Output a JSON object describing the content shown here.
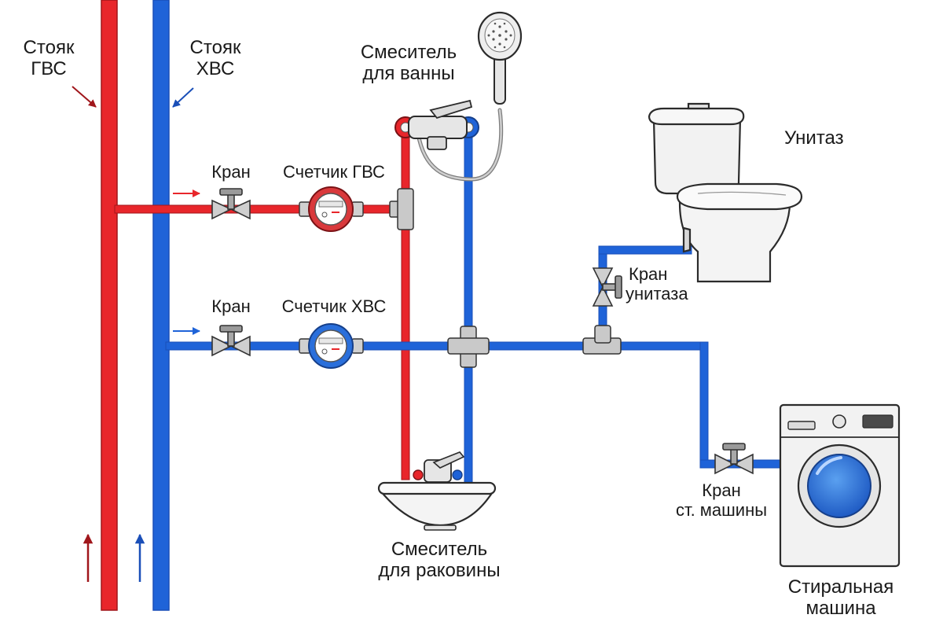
{
  "labels": {
    "riser_hot": [
      "Стояк",
      "ГВС"
    ],
    "riser_cold": [
      "Стояк",
      "ХВС"
    ],
    "bath_mixer": [
      "Смеситель",
      "для ванны"
    ],
    "toilet": "Унитаз",
    "valve_hot": "Кран",
    "meter_hot": "Счетчик ГВС",
    "valve_cold": "Кран",
    "meter_cold": "Счетчик ХВС",
    "toilet_valve": [
      "Кран",
      "унитаза"
    ],
    "washer_valve": [
      "Кран",
      "ст. машины"
    ],
    "sink_mixer": [
      "Смеситель",
      "для раковины"
    ],
    "washing_machine": [
      "Стиральная",
      "машина"
    ]
  },
  "colors": {
    "hot": "#e8262b",
    "cold": "#1f63d8",
    "hot_arrow": "#a0161b",
    "cold_arrow": "#1a4fb8",
    "fixture_fill": "#f4f4f4",
    "fixture_stroke": "#2b2b2b",
    "fitting": "#c9c9c9",
    "text": "#1a1a1a"
  },
  "icons": [
    "gate-valve-icon",
    "water-meter-icon",
    "tee-fitting-icon",
    "cross-fitting-icon",
    "shower-head-icon",
    "toilet-icon",
    "sink-icon",
    "washing-machine-icon",
    "flow-arrow-icon"
  ]
}
